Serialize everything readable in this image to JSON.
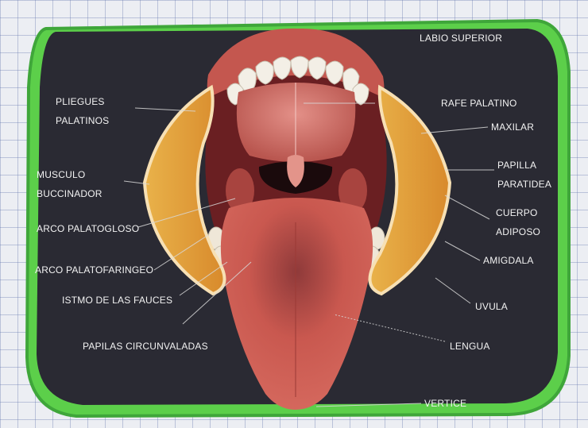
{
  "labels": {
    "labio_superior": "LABIO SUPERIOR",
    "pliegues": [
      "PLIEGUES",
      "PALATINOS"
    ],
    "rafe_palatino": "RAFE PALATINO",
    "maxilar": "MAXILAR",
    "musculo": [
      "MUSCULO",
      "BUCCINADOR"
    ],
    "papilla": [
      "PAPILLA",
      "PARATIDEA"
    ],
    "arco_palatogloso": "ARCO PALATOGLOSO",
    "cuerpo": [
      "CUERPO",
      "ADIPOSO"
    ],
    "arco_palatofaringeo": "ARCO PALATOFARINGEO",
    "amigdala": "AMIGDALA",
    "istmo": "ISTMO DE LAS FAUCES",
    "uvula": "UVULA",
    "papilas": "PAPILAS CIRCUNVALADAS",
    "lengua": "LENGUA",
    "vertice": "VERTICE"
  },
  "colors": {
    "background_panel": "#2a2a33",
    "border_green": "#5ccf4a",
    "tongue": "#c9584f",
    "buccinator_fat": "#e0a23a"
  }
}
